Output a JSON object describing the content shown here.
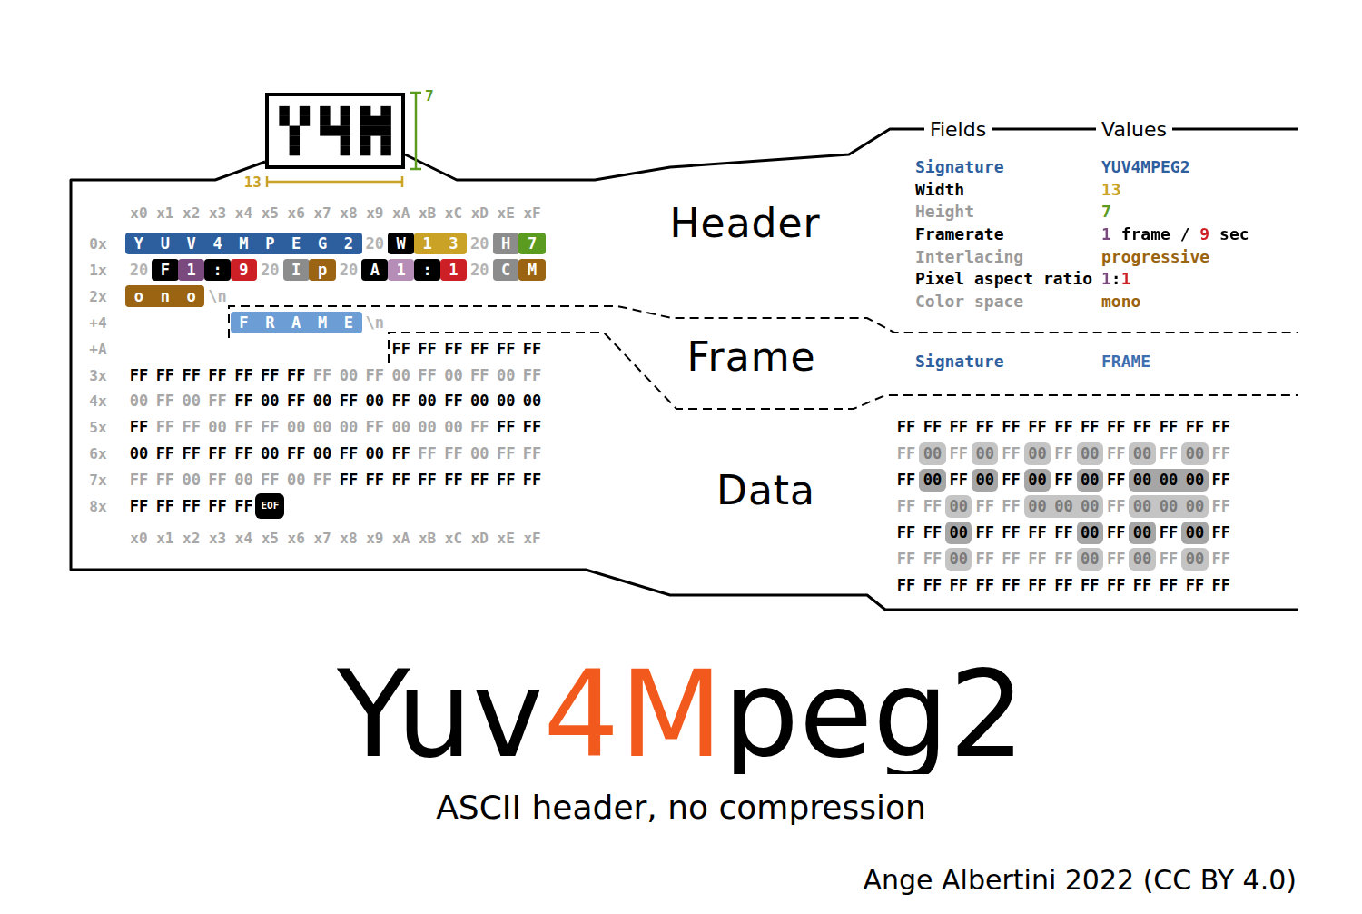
{
  "diagram": {
    "title": "Yuv4Mpeg2",
    "caption": "ASCII header, no compression",
    "nodes": [
      {
        "text": [
          "Header"
        ]
      },
      {
        "text": [
          "Frame"
        ]
      },
      {
        "text": [
          "Data"
        ]
      }
    ],
    "labels": [
      "7",
      "13",
      "x0",
      "x1",
      "x2",
      "x3",
      "x4",
      "x5",
      "x6",
      "x7",
      "x8",
      "x9",
      "xA",
      "xB",
      "xC",
      "xD",
      "xE",
      "xF",
      "0x",
      "1x",
      "2x",
      "+4",
      "+A",
      "3x",
      "4x",
      "5x",
      "6x",
      "7x",
      "8x",
      "Y",
      "U",
      "V",
      "4",
      "M",
      "P",
      "E",
      "G",
      "2",
      "20",
      "W",
      "1",
      "3",
      "20",
      "H",
      "7",
      "20",
      "F",
      "1",
      ":",
      "9",
      "20",
      "I",
      "p",
      "20",
      "A",
      "1",
      ":",
      "1",
      "20",
      "C",
      "M",
      "o",
      "n",
      "o",
      "\\n",
      "F",
      "R",
      "A",
      "M",
      "E",
      "\\n",
      "FF",
      "FF",
      "FF",
      "FF",
      "FF",
      "FF",
      "FF",
      "FF",
      "FF",
      "FF",
      "FF",
      "FF",
      "FF",
      "FF",
      "00",
      "FF",
      "00",
      "FF",
      "00",
      "FF",
      "00",
      "FF",
      "00",
      "FF",
      "00",
      "FF",
      "FF",
      "00",
      "FF",
      "00",
      "FF",
      "00",
      "FF",
      "00",
      "FF",
      "00",
      "00",
      "00",
      "FF",
      "FF",
      "FF",
      "00",
      "FF",
      "FF",
      "00",
      "00",
      "00",
      "FF",
      "00",
      "00",
      "00",
      "FF",
      "FF",
      "FF",
      "00",
      "FF",
      "FF",
      "FF",
      "FF",
      "00",
      "FF",
      "00",
      "FF",
      "00",
      "FF",
      "FF",
      "FF",
      "00",
      "FF",
      "FF",
      "FF",
      "FF",
      "00",
      "FF",
      "00",
      "FF",
      "00",
      "FF",
      "FF",
      "FF",
      "FF",
      "FF",
      "FF",
      "FF",
      "FF",
      "FF",
      "FF",
      "FF",
      "FF",
      "FF",
      "FF",
      "EOF",
      "x0",
      "x1",
      "x2",
      "x3",
      "x4",
      "x5",
      "x6",
      "x7",
      "x8",
      "x9",
      "xA",
      "xB",
      "xC",
      "xD",
      "xE",
      "xF",
      "Fields",
      "Values",
      "Signature",
      "YUV4MPEG2",
      "Width",
      "13",
      "Height",
      "7",
      "Framerate",
      "1 frame / 9 sec",
      "Interlacing",
      "progressive",
      "Pixel aspect ratio",
      "1:1",
      "Color space",
      "mono",
      "Signature",
      "FRAME",
      "FF",
      "FF",
      "FF",
      "FF",
      "FF",
      "FF",
      "FF",
      "FF",
      "FF",
      "FF",
      "FF",
      "FF",
      "FF",
      "FF",
      "00",
      "FF",
      "00",
      "FF",
      "00",
      "FF",
      "00",
      "FF",
      "00",
      "FF",
      "00",
      "FF",
      "FF",
      "00",
      "FF",
      "00",
      "FF",
      "00",
      "FF",
      "00",
      "FF",
      "00",
      "00",
      "00",
      "FF",
      "FF",
      "FF",
      "00",
      "FF",
      "FF",
      "00",
      "00",
      "00",
      "FF",
      "00",
      "00",
      "00",
      "FF",
      "FF",
      "FF",
      "00",
      "FF",
      "FF",
      "FF",
      "FF",
      "00",
      "FF",
      "00",
      "FF",
      "00",
      "FF",
      "FF",
      "FF",
      "00",
      "FF",
      "FF",
      "FF",
      "FF",
      "00",
      "FF",
      "00",
      "FF",
      "00",
      "FF",
      "FF",
      "FF",
      "FF",
      "FF",
      "FF",
      "FF",
      "FF",
      "FF",
      "FF",
      "FF",
      "FF",
      "FF",
      "FF",
      "Ange Albertini 2022 (CC BY 4.0)"
    ]
  }
}
